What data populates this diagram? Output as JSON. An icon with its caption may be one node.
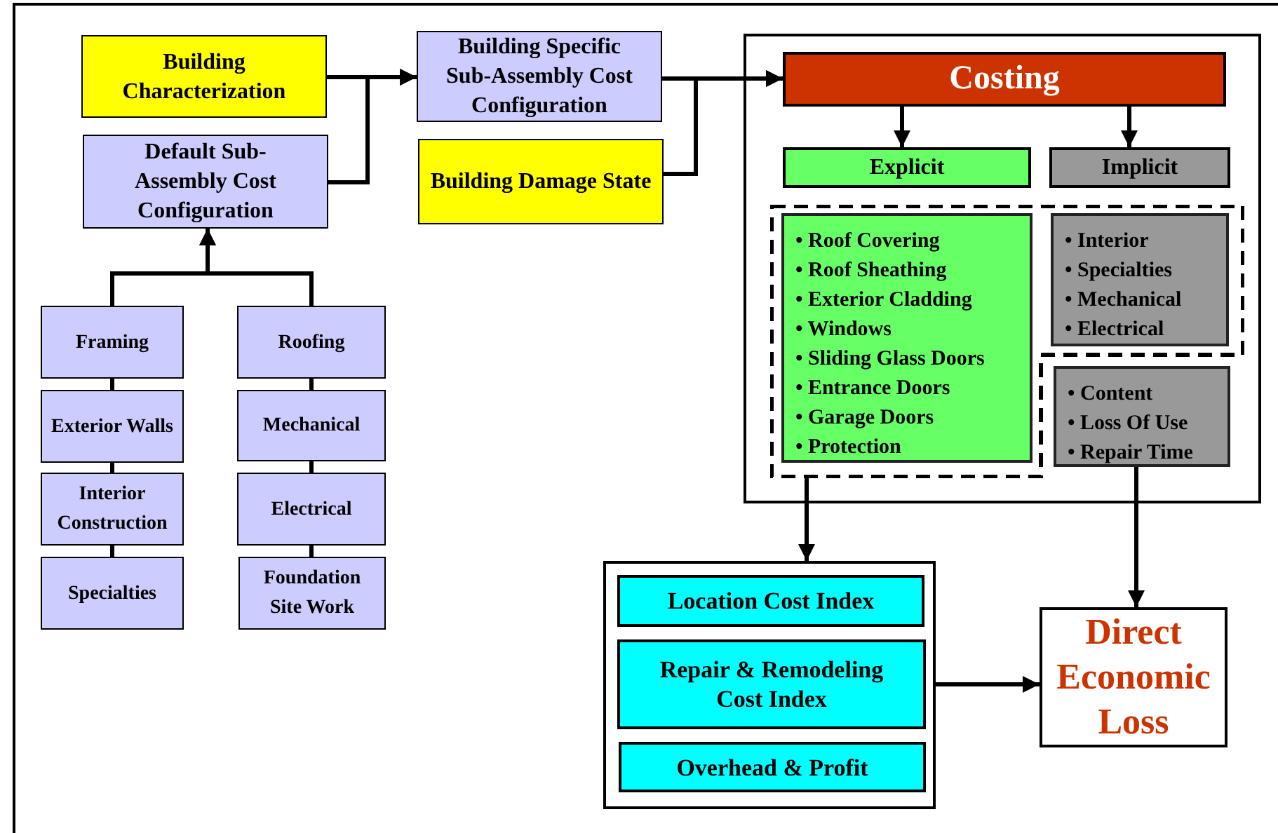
{
  "diagram": {
    "nodes": [
      {
        "text": [
          "Building Characterization"
        ]
      },
      {
        "text": [
          "Default Sub-Assembly Cost Configuration"
        ]
      },
      {
        "text": [
          "Framing"
        ]
      },
      {
        "text": [
          "Exterior Walls"
        ]
      },
      {
        "text": [
          "Interior Construction"
        ]
      },
      {
        "text": [
          "Specialties"
        ]
      },
      {
        "text": [
          "Roofing"
        ]
      },
      {
        "text": [
          "Mechanical"
        ]
      },
      {
        "text": [
          "Electrical"
        ]
      },
      {
        "text": [
          "Foundation Site Work"
        ]
      },
      {
        "text": [
          "Building Specific Sub-Assembly Cost Configuration"
        ]
      },
      {
        "text": [
          "Building Damage State"
        ]
      },
      {
        "text": [],
        "shape": "box"
      },
      {
        "text": [
          "Costing"
        ],
        "in": 12
      },
      {
        "text": [
          "Explicit"
        ],
        "in": 12
      },
      {
        "text": [
          "Implicit"
        ],
        "in": 12
      },
      {
        "text": [],
        "shape": "box",
        "in": 12
      },
      {
        "text": [
          "• Roof Covering",
          "• Roof Sheathing",
          "• Exterior Cladding",
          "• Windows",
          "• Sliding Glass Doors",
          "• Entrance Doors",
          "• Garage Doors",
          "• Protection"
        ],
        "in": 16
      },
      {
        "text": [
          "• Interior",
          "• Specialties",
          "• Mechanical",
          "• Electrical"
        ],
        "in": 16
      },
      {
        "text": [
          "• Content",
          "• Loss Of Use",
          "• Repair Time"
        ],
        "in": 12
      },
      {
        "text": [],
        "shape": "box"
      },
      {
        "text": [
          "Location Cost Index"
        ],
        "in": 20
      },
      {
        "text": [
          "Repair & Remodeling Cost Index"
        ],
        "in": 20
      },
      {
        "text": [
          "Overhead & Profit"
        ],
        "in": 20
      },
      {
        "text": [
          "Direct Economic Loss"
        ]
      }
    ],
    "edges": [
      {
        "from": 0,
        "to": 10,
        "arrow": "to"
      },
      {
        "from": 1,
        "to": 10,
        "arrow": "to"
      },
      {
        "from": 10,
        "to": 13,
        "arrow": "to"
      },
      {
        "from": 11,
        "to": 13,
        "arrow": "to"
      },
      {
        "from": 13,
        "to": 14,
        "arrow": "to"
      },
      {
        "from": 13,
        "to": 15,
        "arrow": "to"
      },
      {
        "from": 2,
        "to": 1,
        "arrow": "to"
      },
      {
        "from": 6,
        "to": 1,
        "arrow": "to"
      },
      {
        "from": 2,
        "to": 3,
        "arrow": "none"
      },
      {
        "from": 3,
        "to": 4,
        "arrow": "none"
      },
      {
        "from": 4,
        "to": 5,
        "arrow": "none"
      },
      {
        "from": 6,
        "to": 7,
        "arrow": "none"
      },
      {
        "from": 7,
        "to": 8,
        "arrow": "none"
      },
      {
        "from": 8,
        "to": 9,
        "arrow": "none"
      },
      {
        "from": 16,
        "to": 20,
        "arrow": "to"
      },
      {
        "from": 19,
        "to": 24,
        "arrow": "to"
      },
      {
        "from": 20,
        "to": 24,
        "arrow": "to"
      }
    ]
  }
}
